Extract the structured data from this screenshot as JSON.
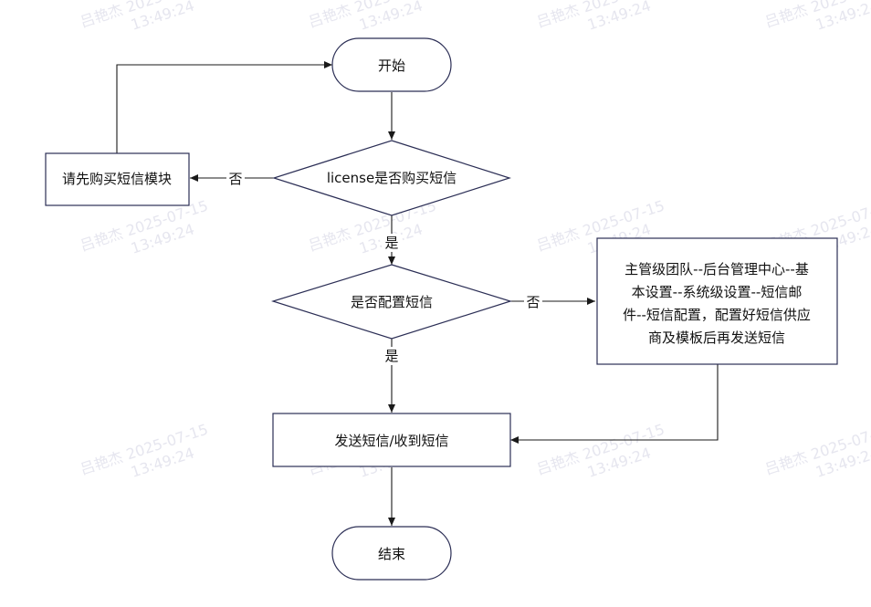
{
  "watermark": {
    "name": "吕艳杰",
    "date": "2025-07-15",
    "time": "13:49:24"
  },
  "nodes": {
    "start": "开始",
    "license_check": "license是否购买短信",
    "buy_module": "请先购买短信模块",
    "sms_config_check": "是否配置短信",
    "config_instructions": [
      "主管级团队--后台管理中心--基",
      "本设置--系统级设置--短信邮",
      "件--短信配置，配置好短信供应",
      "商及模板后再发送短信"
    ],
    "send_receive": "发送短信/收到短信",
    "end": "结束"
  },
  "edge_labels": {
    "license_no": "否",
    "license_yes": "是",
    "config_no": "否",
    "config_yes": "是"
  },
  "colors": {
    "border": "#2b2e55",
    "line": "#1a1a1a",
    "watermark": "#e6e6ef"
  }
}
